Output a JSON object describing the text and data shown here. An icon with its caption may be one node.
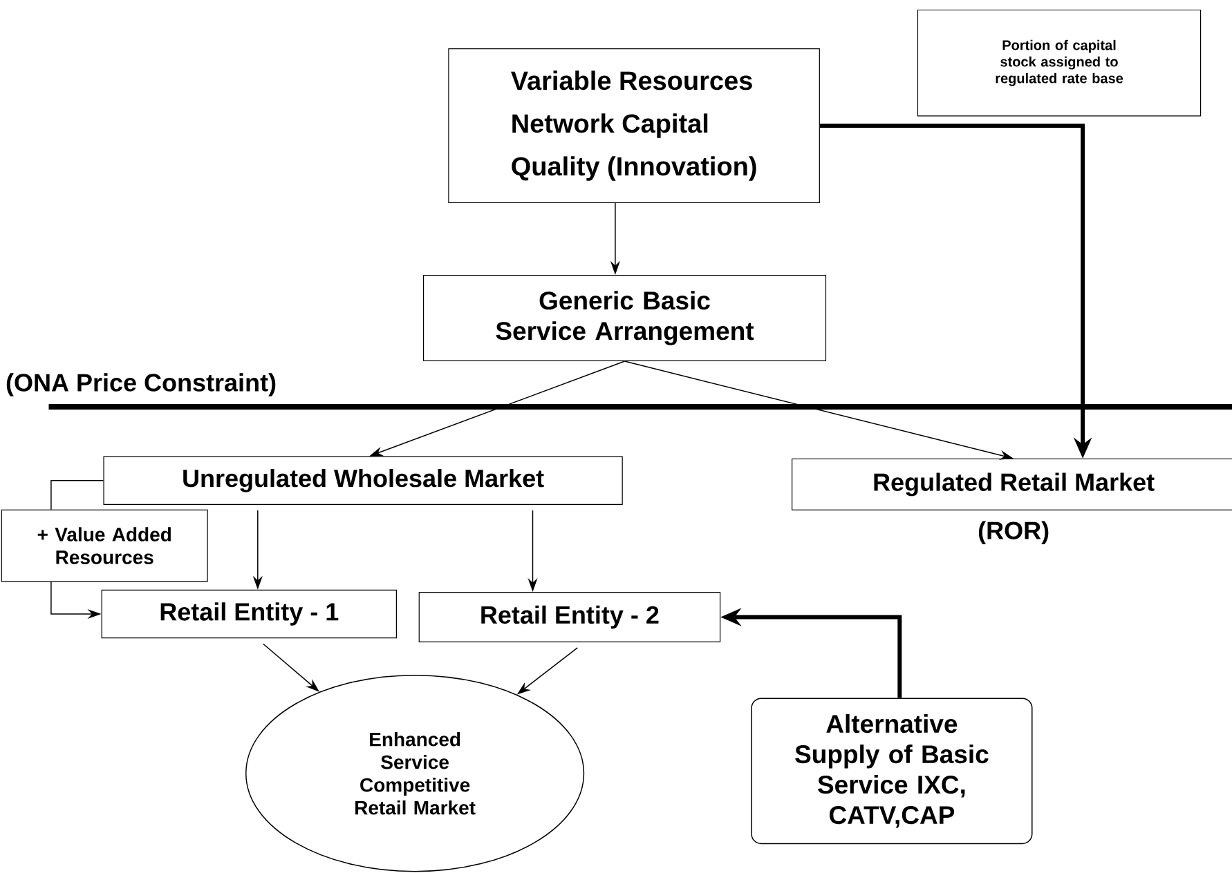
{
  "diagram": {
    "nodes": [
      {
        "text": [
          "Portion of capital stock assigned to regulated rate base"
        ]
      },
      {
        "text": [
          "Variable Resources",
          "Network Capital",
          "Quality (Innovation)"
        ]
      },
      {
        "text": [
          "Generic Basic Service Arrangement"
        ]
      },
      {
        "text": [
          "Unregulated Wholesale Market"
        ]
      },
      {
        "text": [
          "Regulated Retail Market"
        ],
        "beside": [
          "(ROR)"
        ]
      },
      {
        "text": [
          "+ Value Added Resources"
        ]
      },
      {
        "text": [
          "Retail Entity - 1"
        ]
      },
      {
        "text": [
          "Retail Entity - 2"
        ]
      },
      {
        "text": [
          "Enhanced Service Competitive Retail Market"
        ]
      },
      {
        "text": [
          "Alternative Supply of Basic Service IXC, CATV,CAP"
        ]
      }
    ],
    "edges": [
      {
        "from": 1,
        "to": 2,
        "arrow": "to"
      },
      {
        "from": 2,
        "to": 3,
        "arrow": "to"
      },
      {
        "from": 2,
        "to": 4,
        "arrow": "to"
      },
      {
        "from": 1,
        "to": 4,
        "arrow": "to",
        "style": "thick"
      },
      {
        "from": 3,
        "to": 6,
        "arrow": "to"
      },
      {
        "from": 3,
        "to": 7,
        "arrow": "to"
      },
      {
        "from": 3,
        "to": 5,
        "arrow": "none"
      },
      {
        "from": 5,
        "to": 6,
        "arrow": "to"
      },
      {
        "from": 6,
        "to": 8,
        "arrow": "to"
      },
      {
        "from": 7,
        "to": 8,
        "arrow": "to"
      },
      {
        "from": 9,
        "to": 7,
        "arrow": "to",
        "style": "thick"
      }
    ],
    "labels": [
      "(ONA Price Constraint)"
    ]
  }
}
